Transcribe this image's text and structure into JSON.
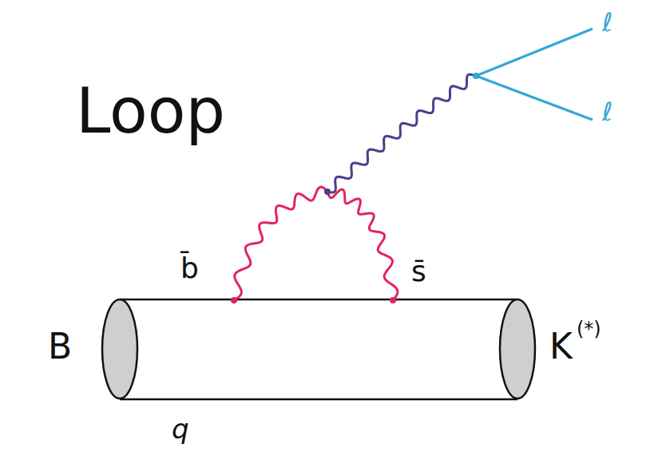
{
  "diagram": {
    "labels": [
      "Loop",
      "b̄",
      "s̄",
      "B",
      "K",
      "(*)",
      "q",
      "ℓ",
      "ℓ"
    ]
  }
}
